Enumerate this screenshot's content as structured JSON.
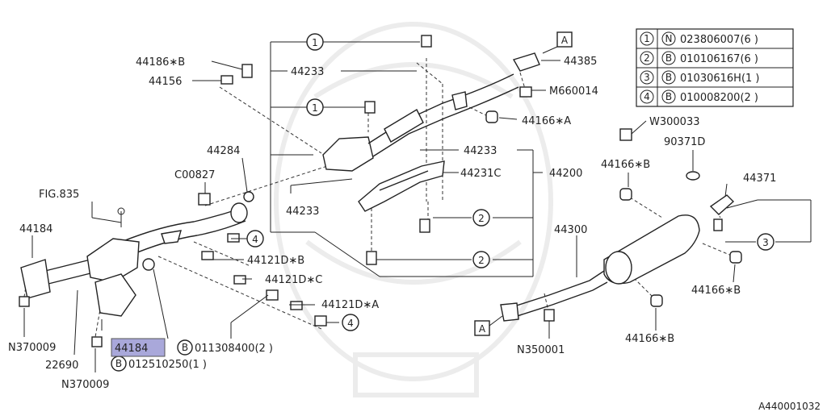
{
  "labels": {
    "p44186b": "44186∗B",
    "p44156": "44156",
    "p44233a": "44233",
    "p44385": "44385",
    "m660014": "M660014",
    "p44166a": "44166∗A",
    "w300033": "W300033",
    "p90371d": "90371D",
    "p44284": "44284",
    "c00827": "C00827",
    "fig835": "FIG.835",
    "p44184a": "44184",
    "p44233b": "44233",
    "p44233c": "44233",
    "p44231c": "44231C",
    "p44200": "44200",
    "p44166b1": "44166∗B",
    "p44371": "44371",
    "p44300": "44300",
    "p44121db": "44121D∗B",
    "p44121dc": "44121D∗C",
    "p44121da": "44121D∗A",
    "n370009a": "N370009",
    "p22690": "22690",
    "p44184b": "44184",
    "n370009b": "N370009",
    "b011308400": "011308400(2 )",
    "b012510250": "012510250(1 )",
    "n350001": "N350001",
    "p44166b2": "44166∗B",
    "p44166b3": "44166∗B",
    "refA": "A",
    "diagram_id": "A440001032"
  },
  "table": {
    "rows": [
      {
        "num": "1",
        "type": "N",
        "part": "023806007(6 )"
      },
      {
        "num": "2",
        "type": "B",
        "part": "010106167(6 )"
      },
      {
        "num": "3",
        "type": "B",
        "part": "01030616H(1 )"
      },
      {
        "num": "4",
        "type": "B",
        "part": "010008200(2 )"
      }
    ]
  },
  "callouts": {
    "c1": "1",
    "c2": "2",
    "c3": "3",
    "c4": "4",
    "typeB": "B",
    "typeN": "N"
  },
  "colors": {
    "highlight": "#a9a8da"
  }
}
